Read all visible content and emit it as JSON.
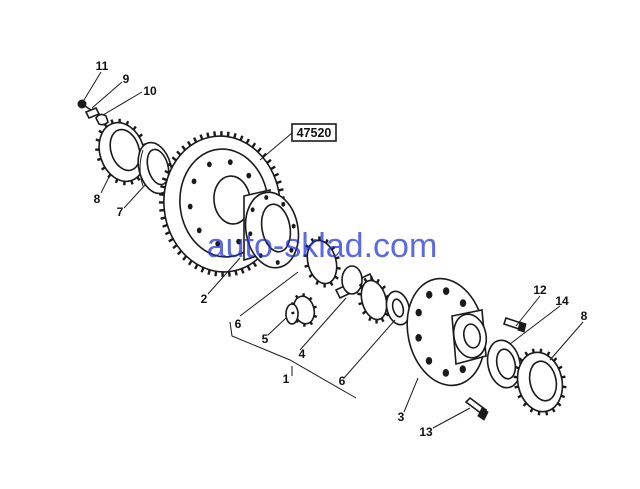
{
  "diagram": {
    "reference_code": "47520",
    "watermark": "auto-sklad.com",
    "callouts": [
      "11",
      "9",
      "10",
      "8",
      "7",
      "2",
      "6",
      "5",
      "4",
      "1",
      "6",
      "3",
      "13",
      "12",
      "14",
      "8"
    ]
  },
  "colors": {
    "ink": "#1a1a1a",
    "paper": "#ffffff",
    "watermark": "#1f2fd8"
  }
}
